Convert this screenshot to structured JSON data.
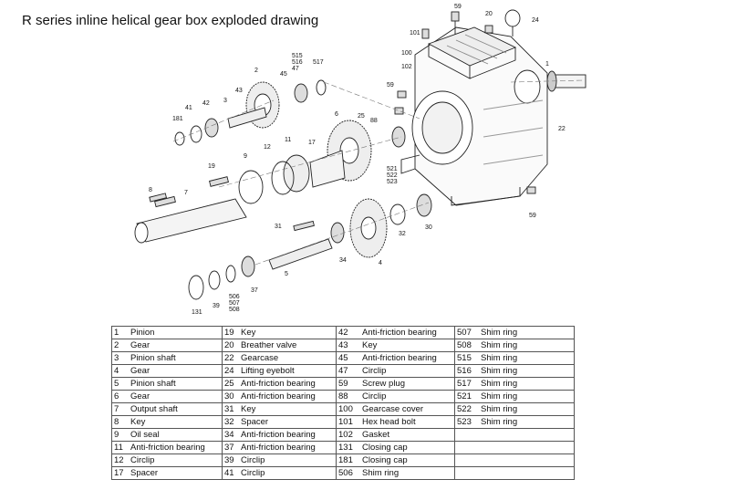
{
  "title": "R series inline helical gear box exploded drawing",
  "callouts": [
    "101",
    "59",
    "20",
    "24",
    "100",
    "102",
    "1",
    "59",
    "515",
    "516",
    "517",
    "47",
    "45",
    "2",
    "43",
    "3",
    "42",
    "41",
    "181",
    "6",
    "25",
    "88",
    "22",
    "12",
    "11",
    "17",
    "9",
    "19",
    "8",
    "7",
    "521",
    "522",
    "523",
    "31",
    "32",
    "30",
    "34",
    "4",
    "5",
    "37",
    "506",
    "507",
    "508",
    "39",
    "131",
    "59"
  ],
  "parts_rows": [
    [
      [
        "1",
        "Pinion"
      ],
      [
        "19",
        "Key"
      ],
      [
        "42",
        "Anti-friction bearing"
      ],
      [
        "507",
        "Shim ring"
      ]
    ],
    [
      [
        "2",
        "Gear"
      ],
      [
        "20",
        "Breather valve"
      ],
      [
        "43",
        "Key"
      ],
      [
        "508",
        "Shim ring"
      ]
    ],
    [
      [
        "3",
        "Pinion shaft"
      ],
      [
        "22",
        "Gearcase"
      ],
      [
        "45",
        "Anti-friction bearing"
      ],
      [
        "515",
        "Shim ring"
      ]
    ],
    [
      [
        "4",
        "Gear"
      ],
      [
        "24",
        "Lifting eyebolt"
      ],
      [
        "47",
        "Circlip"
      ],
      [
        "516",
        "Shim ring"
      ]
    ],
    [
      [
        "5",
        "Pinion shaft"
      ],
      [
        "25",
        "Anti-friction bearing"
      ],
      [
        "59",
        "Screw plug"
      ],
      [
        "517",
        "Shim ring"
      ]
    ],
    [
      [
        "6",
        "Gear"
      ],
      [
        "30",
        "Anti-friction bearing"
      ],
      [
        "88",
        "Circlip"
      ],
      [
        "521",
        "Shim ring"
      ]
    ],
    [
      [
        "7",
        "Output shaft"
      ],
      [
        "31",
        "Key"
      ],
      [
        "100",
        "Gearcase cover"
      ],
      [
        "522",
        "Shim ring"
      ]
    ],
    [
      [
        "8",
        "Key"
      ],
      [
        "32",
        "Spacer"
      ],
      [
        "101",
        "Hex head bolt"
      ],
      [
        "523",
        "Shim ring"
      ]
    ],
    [
      [
        "9",
        "Oil seal"
      ],
      [
        "34",
        "Anti-friction bearing"
      ],
      [
        "102",
        "Gasket"
      ],
      [
        "",
        ""
      ]
    ],
    [
      [
        "11",
        "Anti-friction bearing"
      ],
      [
        "37",
        "Anti-friction bearing"
      ],
      [
        "131",
        "Closing cap"
      ],
      [
        "",
        ""
      ]
    ],
    [
      [
        "12",
        "Circlip"
      ],
      [
        "39",
        "Circlip"
      ],
      [
        "181",
        "Closing cap"
      ],
      [
        "",
        ""
      ]
    ],
    [
      [
        "17",
        "Spacer"
      ],
      [
        "41",
        "Circlip"
      ],
      [
        "506",
        "Shim ring"
      ],
      [
        "",
        ""
      ]
    ]
  ]
}
